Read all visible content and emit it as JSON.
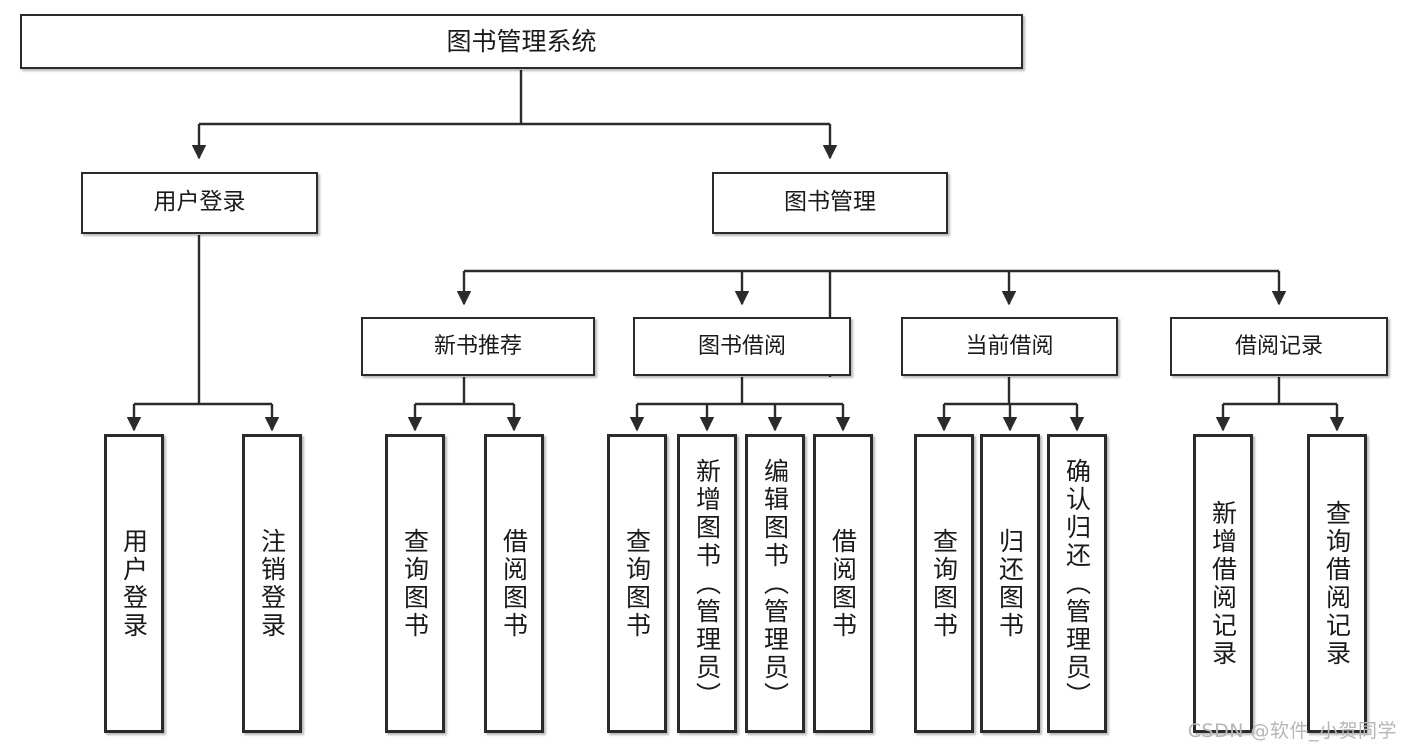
{
  "diagram": {
    "title": "图书管理系统",
    "type": "tree",
    "watermark": "CSDN @软件_小贺同学",
    "colors": {
      "node_border": "#2b2b2b",
      "node_fill": "#ffffff",
      "edge": "#2b2b2b",
      "text": "#1a1a1a",
      "watermark": "#b6b6b6"
    },
    "root": {
      "label": "图书管理系统"
    },
    "level1": [
      {
        "label": "用户登录"
      },
      {
        "label": "图书管理"
      }
    ],
    "level2": [
      {
        "label": "新书推荐"
      },
      {
        "label": "图书借阅"
      },
      {
        "label": "当前借阅"
      },
      {
        "label": "借阅记录"
      }
    ],
    "leaves": {
      "user_login": [
        {
          "label": "用户登录"
        },
        {
          "label": "注销登录"
        }
      ],
      "new_book_recommend": [
        {
          "label": "查询图书"
        },
        {
          "label": "借阅图书"
        }
      ],
      "book_borrow": [
        {
          "label": "查询图书"
        },
        {
          "label": "新增图书（管理员）"
        },
        {
          "label": "编辑图书（管理员）"
        },
        {
          "label": "借阅图书"
        }
      ],
      "current_borrow": [
        {
          "label": "查询图书"
        },
        {
          "label": "归还图书"
        },
        {
          "label": "确认归还（管理员）"
        }
      ],
      "borrow_record": [
        {
          "label": "新增借阅记录"
        },
        {
          "label": "查询借阅记录"
        }
      ]
    }
  }
}
